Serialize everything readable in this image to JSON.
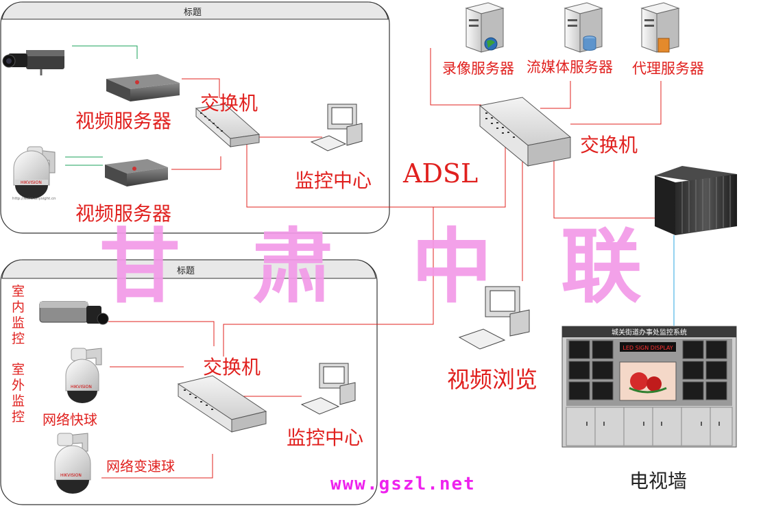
{
  "panels": {
    "top_title": "标题",
    "bottom_title": "标题"
  },
  "labels": {
    "video_server_1": "视频服务器",
    "video_server_2": "视频服务器",
    "switch_top": "交换机",
    "switch_right": "交换机",
    "switch_bottom": "交换机",
    "monitor_center_top": "监控中心",
    "monitor_center_bottom": "监控中心",
    "adsl": "ADSL",
    "record_server": "录像服务器",
    "stream_server": "流媒体服务器",
    "proxy_server": "代理服务器",
    "video_browse": "视频浏览",
    "tv_wall": "电视墙",
    "indoor_monitor": "室内监控",
    "outdoor_monitor": "室外监控",
    "network_dome": "网络快球",
    "network_speed_dome": "网络变速球"
  },
  "watermark": {
    "c1": "甘",
    "c2": "肃",
    "c3": "中",
    "c4": "联"
  },
  "url": "www.gszl.net",
  "camera_brand_text": "HIKVISION",
  "camera_site_text": "http://www.anysight.cn",
  "tv_wall_header": "城关街道办事处监控系统",
  "tv_wall_led": "LED SIGN DISPLAY",
  "colors": {
    "line_red": "#e0201e",
    "line_green": "#1aa05a",
    "line_blue": "#2aa6e0",
    "watermark": "#f29ae8",
    "url": "#ee22ee"
  }
}
